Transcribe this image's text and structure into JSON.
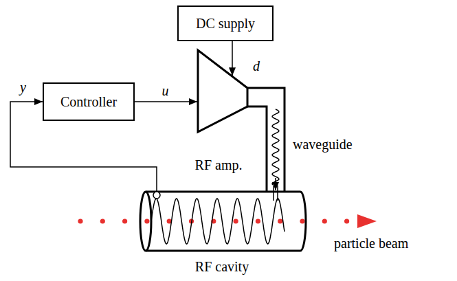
{
  "diagram": {
    "nodes": [
      {
        "text": [
          "DC supply"
        ]
      },
      {
        "text": [
          "Controller"
        ]
      },
      {
        "text": [
          "RF amp."
        ]
      },
      {
        "text": [
          "RF cavity"
        ]
      }
    ],
    "edges": [
      {
        "from": 0,
        "to": 2,
        "arrow": "to",
        "label": "d"
      },
      {
        "from": 1,
        "to": 2,
        "arrow": "to",
        "label": "u"
      },
      {
        "from": 3,
        "to": 1,
        "arrow": "to",
        "label": "y"
      },
      {
        "from": 2,
        "to": 3,
        "arrow": "to",
        "label": "waveguide"
      }
    ],
    "labels": [
      "particle beam"
    ]
  }
}
